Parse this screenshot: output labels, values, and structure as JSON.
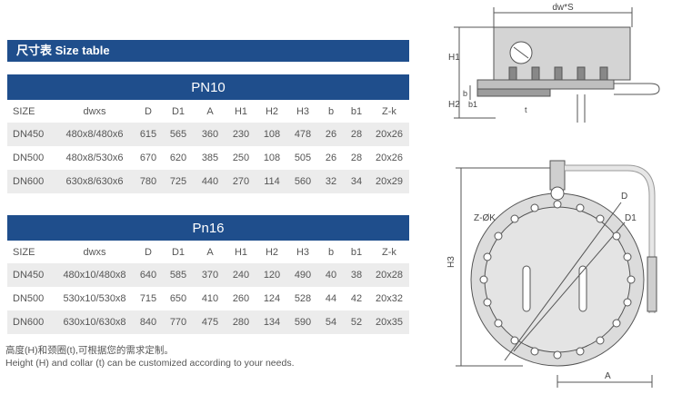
{
  "section_title": "尺寸表 Size table",
  "tables": [
    {
      "title": "PN10",
      "headers": [
        "SIZE",
        "dwxs",
        "D",
        "D1",
        "A",
        "H1",
        "H2",
        "H3",
        "b",
        "b1",
        "Z-k"
      ],
      "rows": [
        [
          "DN450",
          "480x8/480x6",
          "615",
          "565",
          "360",
          "230",
          "108",
          "478",
          "26",
          "28",
          "20x26"
        ],
        [
          "DN500",
          "480x8/530x6",
          "670",
          "620",
          "385",
          "250",
          "108",
          "505",
          "26",
          "28",
          "20x26"
        ],
        [
          "DN600",
          "630x8/630x6",
          "780",
          "725",
          "440",
          "270",
          "114",
          "560",
          "32",
          "34",
          "20x29"
        ]
      ]
    },
    {
      "title": "Pn16",
      "headers": [
        "SIZE",
        "dwxs",
        "D",
        "D1",
        "A",
        "H1",
        "H2",
        "H3",
        "b",
        "b1",
        "Z-k"
      ],
      "rows": [
        [
          "DN450",
          "480x10/480x8",
          "640",
          "585",
          "370",
          "240",
          "120",
          "490",
          "40",
          "38",
          "20x28"
        ],
        [
          "DN500",
          "530x10/530x8",
          "715",
          "650",
          "410",
          "260",
          "124",
          "528",
          "44",
          "42",
          "20x32"
        ],
        [
          "DN600",
          "630x10/630x8",
          "840",
          "770",
          "475",
          "280",
          "134",
          "590",
          "54",
          "52",
          "20x35"
        ]
      ]
    }
  ],
  "notes": {
    "cn": "高度(H)和颈圈(t),可根据您的需求定制。",
    "en": "Height (H) and collar (t) can be customized according to your needs."
  },
  "drawing": {
    "labels": {
      "dws": "dw*S",
      "h1": "H1",
      "h2": "H2",
      "b": "b",
      "b1": "b1",
      "t": "t",
      "h3": "H3",
      "zk": "Z-ØK",
      "d": "D",
      "d1": "D1",
      "a": "A"
    }
  }
}
